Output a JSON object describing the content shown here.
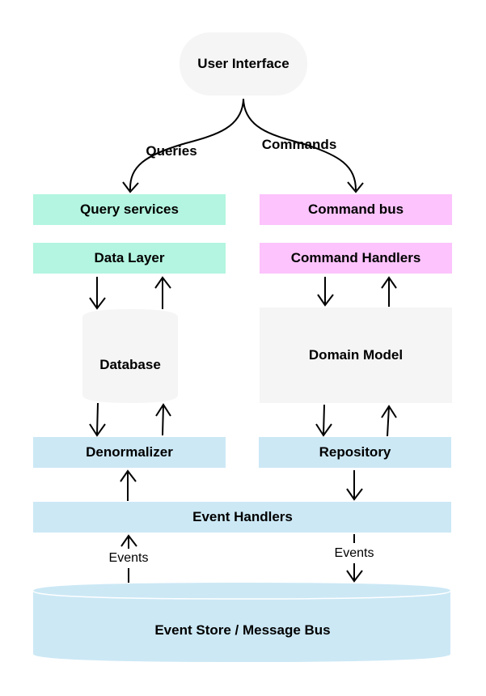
{
  "colors": {
    "user_interface_fill": "#f5f5f5",
    "query_fill": "#b3f5e0",
    "command_fill": "#fcc3fc",
    "storage_fill": "#f5f5f5",
    "event_fill": "#cce8f5",
    "arrow": "#000000"
  },
  "nodes": {
    "user_interface": "User Interface",
    "query_services": "Query services",
    "data_layer": "Data Layer",
    "database": "Database",
    "denormalizer": "Denormalizer",
    "command_bus": "Command bus",
    "command_handlers": "Command Handlers",
    "domain_model": "Domain Model",
    "repository": "Repository",
    "event_handlers": "Event Handlers",
    "event_store": "Event Store / Message Bus"
  },
  "edges": {
    "queries": "Queries",
    "commands": "Commands",
    "events_in": "Events",
    "events_out": "Events"
  }
}
